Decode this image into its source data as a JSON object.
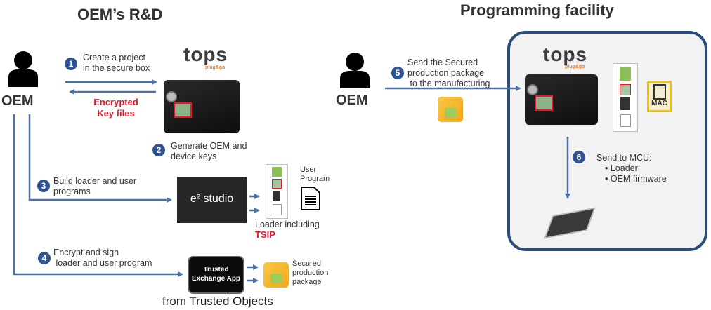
{
  "sections": {
    "left_title": "OEM’s R&D",
    "right_title": "Programming facility"
  },
  "actors": {
    "left_actor": "OEM",
    "right_actor": "OEM"
  },
  "steps": [
    {
      "number": "1",
      "lines": [
        "Create a project",
        "in the secure box"
      ]
    },
    {
      "number": "2",
      "lines": [
        "Generate OEM and",
        "device keys"
      ]
    },
    {
      "number": "3",
      "lines": [
        "Build loader and user",
        "programs"
      ]
    },
    {
      "number": "4",
      "lines": [
        "Encrypt and sign",
        " loader and user program"
      ]
    },
    {
      "number": "5",
      "lines": [
        "Send the Secured",
        "production package",
        " to the manufacturing"
      ]
    },
    {
      "number": "6",
      "lines": [
        "Send to MCU:"
      ],
      "bullets": [
        "Loader",
        "OEM firmware"
      ]
    }
  ],
  "annotations": {
    "encrypted_keys": [
      "Encrypted",
      "Key files"
    ],
    "user_program": [
      "User",
      "Program"
    ],
    "loader_including": "Loader including",
    "tsip": "TSIP",
    "secured_package": [
      "Secured",
      "production",
      "package"
    ],
    "from_trusted_objects": "from Trusted Objects",
    "mac_label": "MAC",
    "bullet_glyph": "•"
  },
  "products": {
    "tops_logo": "tops",
    "tops_tagline": "plug&go",
    "e2_studio": "e² studio",
    "trusted_app": [
      "Trusted",
      "Exchange App"
    ]
  },
  "colors": {
    "arrow_blue": "#4a72a8",
    "badge_blue": "#2f5490",
    "alert_red": "#e8182a",
    "facility_border": "#2b4d7a",
    "tops_orange": "#e87b1a"
  }
}
